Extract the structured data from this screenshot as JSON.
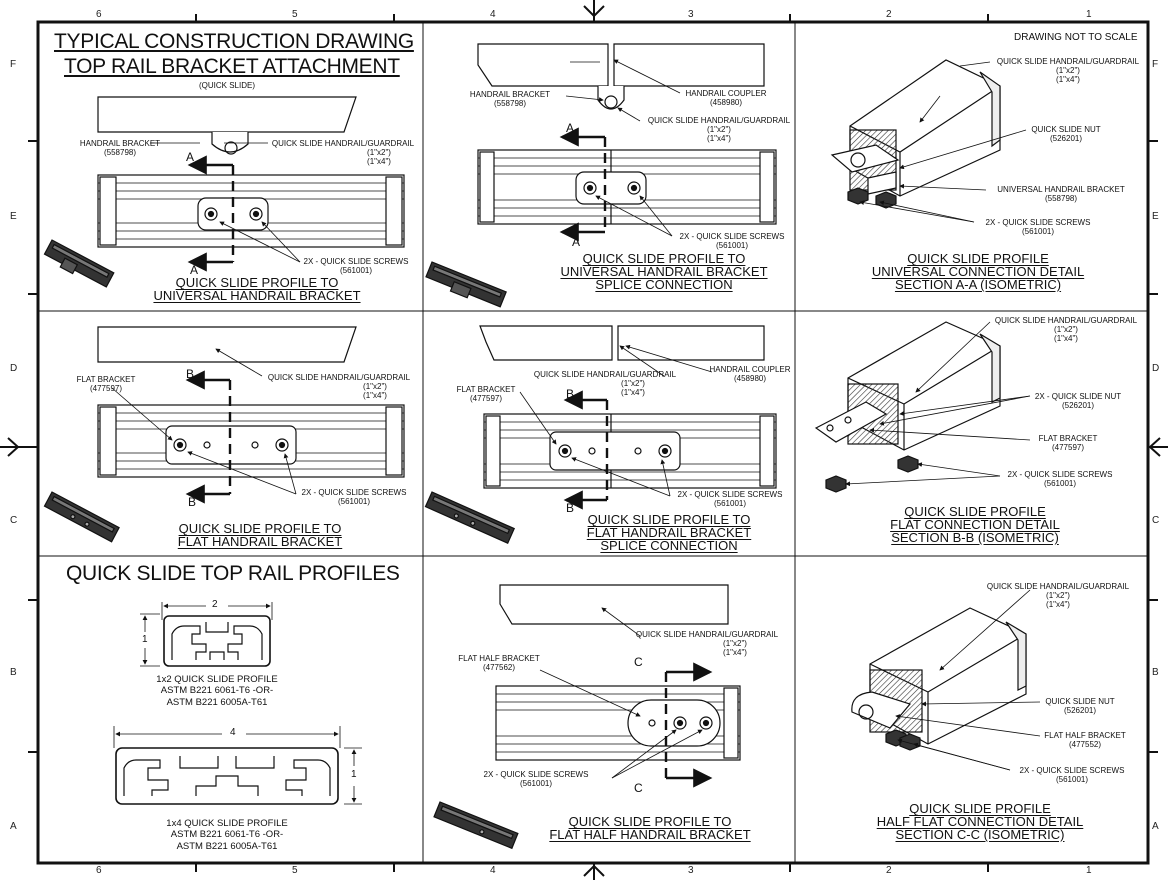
{
  "drawing": {
    "main_title_1": "TYPICAL CONSTRUCTION DRAWING",
    "main_title_2": "TOP RAIL BRACKET ATTACHMENT",
    "main_subtitle": "(QUICK SLIDE)",
    "not_to_scale": "DRAWING NOT TO SCALE",
    "profiles_heading": "QUICK SLIDE TOP RAIL PROFILES"
  },
  "border": {
    "columns": [
      "6",
      "5",
      "4",
      "3",
      "2",
      "1"
    ],
    "rows": [
      "F",
      "E",
      "D",
      "C",
      "B",
      "A"
    ]
  },
  "labels": {
    "handrail_bracket": "HANDRAIL BRACKET",
    "part_558798": "(558798)",
    "handrail_guardrail": "QUICK SLIDE HANDRAIL/GUARDRAIL",
    "size_1x2": "(1\"x2\")",
    "size_1x4": "(1\"x4\")",
    "screws_2x": "2X - QUICK SLIDE SCREWS",
    "part_561001": "(561001)",
    "handrail_coupler": "HANDRAIL COUPLER",
    "part_458980": "(458980)",
    "nut": "QUICK SLIDE NUT",
    "nut_2x": "2X - QUICK SLIDE NUT",
    "part_526201": "(526201)",
    "universal_bracket": "UNIVERSAL HANDRAIL BRACKET",
    "flat_bracket": "FLAT BRACKET",
    "part_477597": "(477597)",
    "flat_half_bracket": "FLAT HALF BRACKET",
    "part_477552": "(477552)",
    "part_477562": "(477562)",
    "section_a": "A",
    "section_b": "B",
    "section_c": "C"
  },
  "panel_titles": {
    "p1": [
      "QUICK SLIDE PROFILE TO",
      "UNIVERSAL HANDRAIL BRACKET"
    ],
    "p2": [
      "QUICK SLIDE PROFILE TO",
      "UNIVERSAL HANDRAIL BRACKET",
      "SPLICE CONNECTION"
    ],
    "p3": [
      "QUICK SLIDE PROFILE",
      "UNIVERSAL CONNECTION DETAIL",
      "SECTION A-A (ISOMETRIC)"
    ],
    "p4": [
      "QUICK SLIDE PROFILE TO",
      "FLAT HANDRAIL BRACKET"
    ],
    "p5": [
      "QUICK SLIDE PROFILE TO",
      "FLAT HANDRAIL BRACKET",
      "SPLICE CONNECTION"
    ],
    "p6": [
      "QUICK SLIDE PROFILE",
      "FLAT CONNECTION DETAIL",
      "SECTION B-B (ISOMETRIC)"
    ],
    "p8": [
      "QUICK SLIDE PROFILE TO",
      "FLAT HALF HANDRAIL BRACKET"
    ],
    "p9": [
      "QUICK SLIDE PROFILE",
      "HALF FLAT CONNECTION DETAIL",
      "SECTION C-C (ISOMETRIC)"
    ]
  },
  "profiles": {
    "p1x2_width": "2",
    "p1x2_height": "1",
    "p1x2_lines": [
      "1x2 QUICK SLIDE PROFILE",
      "ASTM B221 6061-T6 -OR-",
      "ASTM B221 6005A-T61"
    ],
    "p1x4_width": "4",
    "p1x4_height": "1",
    "p1x4_lines": [
      "1x4 QUICK SLIDE PROFILE",
      "ASTM B221 6061-T6 -OR-",
      "ASTM B221 6005A-T61"
    ]
  }
}
